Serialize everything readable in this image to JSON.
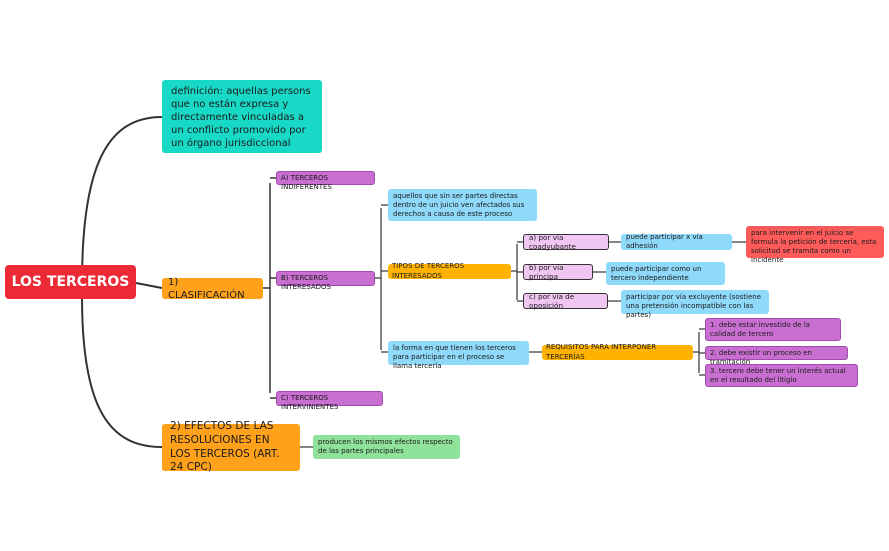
{
  "root": "LOS TERCEROS",
  "definicion": "definición: aquellas persons que no están expresa y directamente vinculadas a un conflicto promovido por un órgano jurisdiccional",
  "clasificacion": "1) CLASIFICACIÓN",
  "efectos": "2) EFECTOS DE LAS RESOLUCIONES EN LOS TERCEROS (ART. 24 CPC)",
  "efectos_desc": "producen los mismos efectos respecto de las partes principales",
  "tipos": {
    "indiferentes": "A) TERCEROS INDIFERENTES",
    "interesados": "B) TERCEROS INTERESADOS",
    "intervinientes": "C) TERCEROS INTERVINIENTES"
  },
  "interesados": {
    "definicion": "aquellos que sin ser partes directas dentro de un juicio ven afectados sus derechos a causa de este proceso",
    "tipos_label": "TIPOS DE TERCEROS INTERESADOS",
    "forma": "la forma en que tienen los terceros para participar en el proceso se llama tercería",
    "requisitos_label": "REQUISITOS PARA INTERPONER TERCERÍAS"
  },
  "vias": [
    {
      "label": "a) por vía coadyubante",
      "desc": "puede participar x vía adhesión",
      "extra": "para intervenir en el juicio se formula la petición de tercería, esta solicitud se tramita como un incidente"
    },
    {
      "label": "b) por vía principa",
      "desc": "puede participar como un tercero independiente"
    },
    {
      "label": "c) por vía de oposición",
      "desc": "participar por vía excluyente (sostiene una pretensión incompatible con las partes)"
    }
  ],
  "requisitos": [
    "1. debe estar investido de la calidad de tercero",
    "2. debe existir un proceso en tramitación",
    "3. tercero debe tener un interés actual en el resultado del litigio"
  ],
  "colors": {
    "root": "#ec2a35",
    "orange": "#ffa11a",
    "teal": "#18d9c6",
    "purple": "#c96fd1",
    "lilac": "#f0c6f2",
    "blue": "#8fd9fa",
    "green": "#8ee29a",
    "red": "#ff5b5b"
  }
}
